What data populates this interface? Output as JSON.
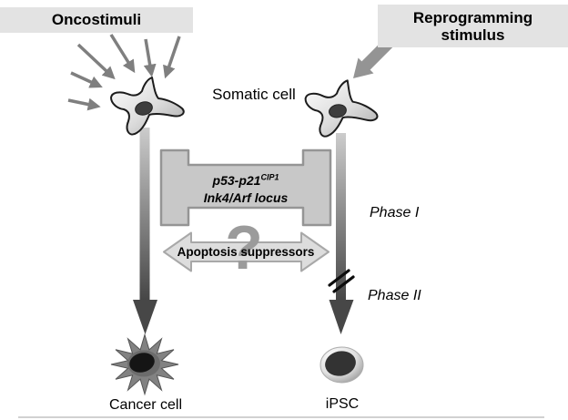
{
  "banners": {
    "oncostimuli": "Oncostimuli",
    "reprogramming": "Reprogramming stimulus"
  },
  "labels": {
    "somatic_cell": "Somatic cell",
    "phase_1": "Phase I",
    "phase_2": "Phase II",
    "cancer_cell": "Cancer cell",
    "ipsc": "iPSC",
    "apoptosis": "Apoptosis suppressors",
    "uncertainty": "?"
  },
  "pathway_block": {
    "line1_main": "p53-p21",
    "line1_sup": "CIP1",
    "line2": "Ink4/Arf locus"
  },
  "icons": {
    "stimuli_arrows": "six-small-gray-arrows-icon",
    "reprogramming_arrow": "thick-diagonal-arrow-icon",
    "descent_arrows": "gradient-down-arrow-icon",
    "interruption": "double-slash-break-icon"
  },
  "colors": {
    "banner_bg": "#e3e3e3",
    "stimuli_arrow": "#7f7f7f",
    "reprogramming_arrow": "#949494",
    "block_fill": "#c8c8c8",
    "block_border": "#959595",
    "double_arrow_fill": "#dddddd",
    "double_arrow_border": "#a8a8a8",
    "stem_dark": "#434343",
    "question_mark": "#9b9b9b"
  }
}
